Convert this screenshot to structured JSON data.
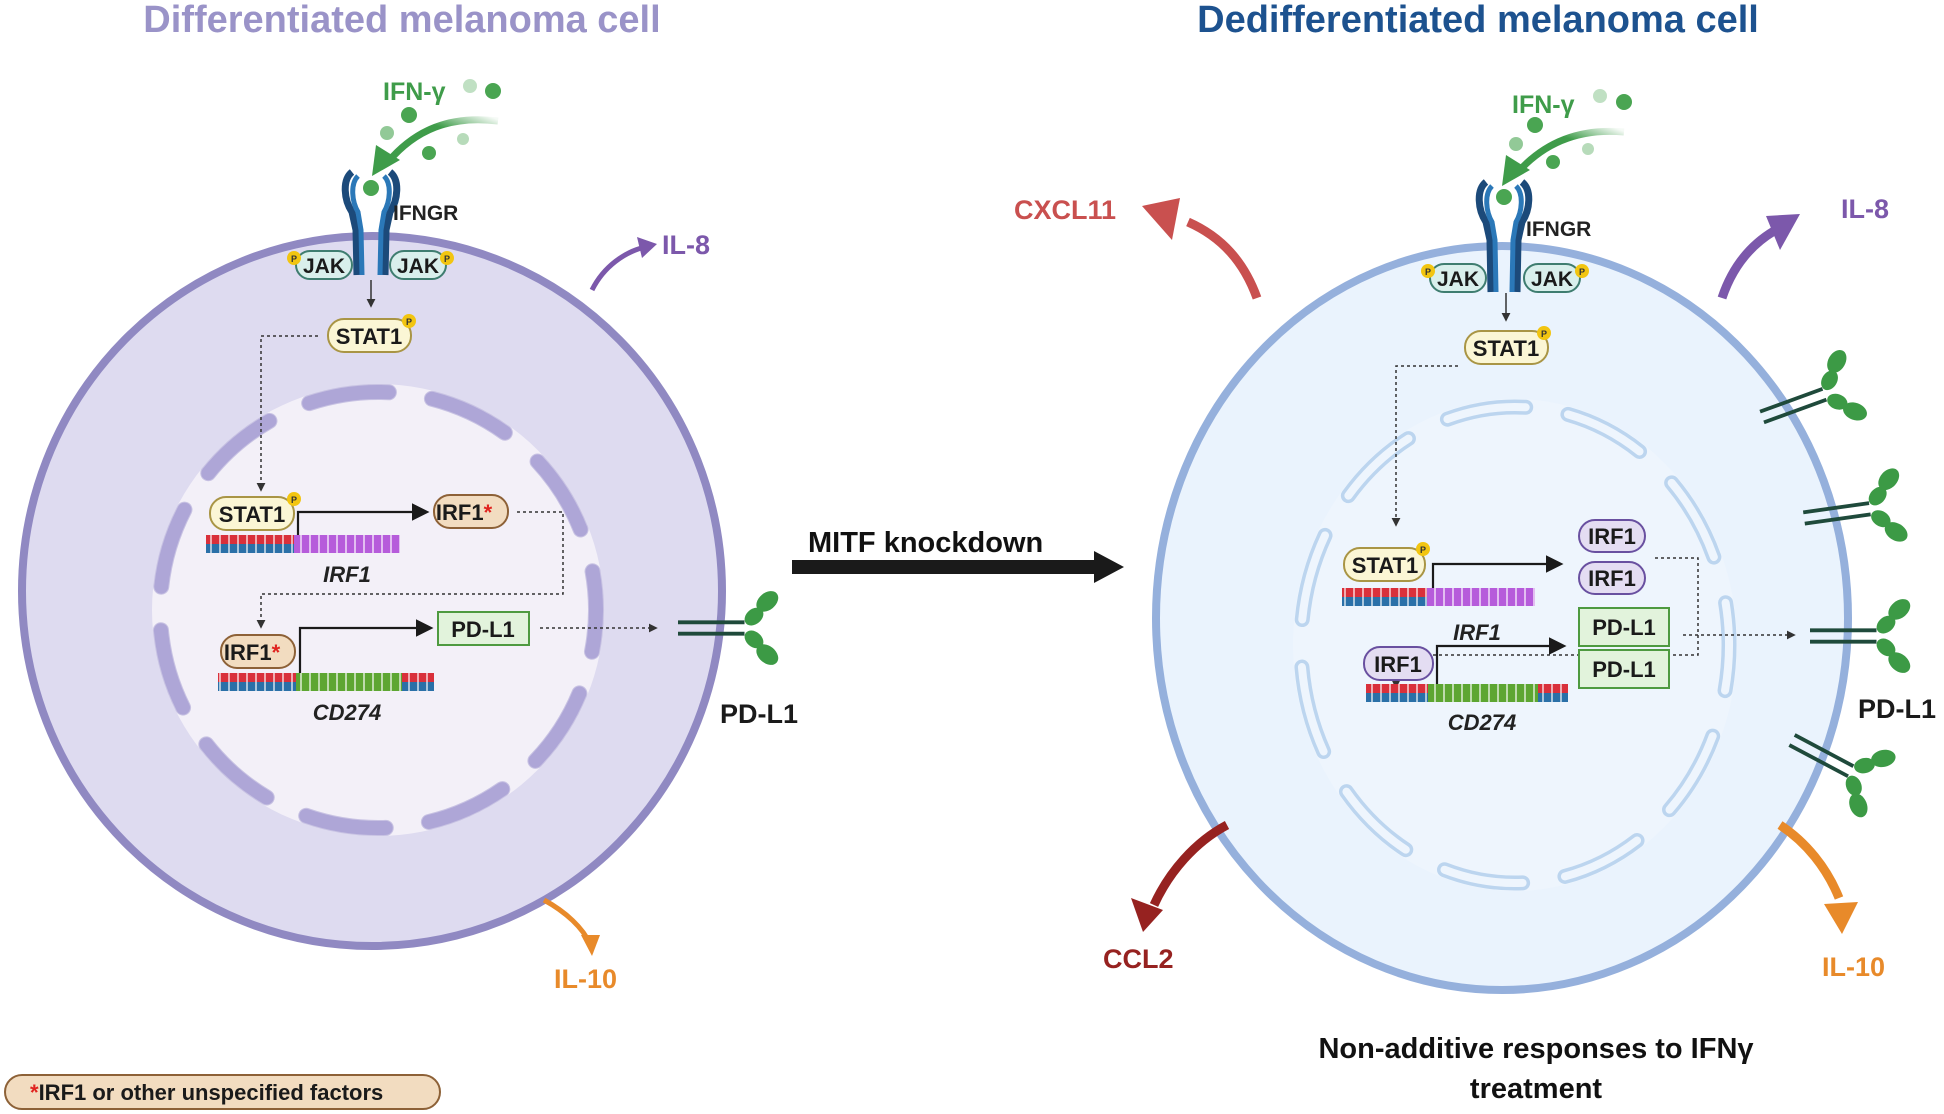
{
  "colors": {
    "left_title": "#9a93c8",
    "right_title": "#1d528f",
    "left_cell_fill": "#dedbf0",
    "left_cell_stroke": "#9089c2",
    "left_nucleus_fill": "#f3f0f8",
    "left_envelope": "#b6aede",
    "right_cell_fill": "#eaf3fd",
    "right_cell_stroke": "#95b0dc",
    "right_nucleus_fill": "#eef5fd",
    "right_envelope": "#c6dcf3",
    "ifng_green": "#3f9c4a",
    "il8_purple": "#7c58ab",
    "il10_orange": "#e88a2a",
    "cxcl11_red": "#c9504f",
    "ccl2_darkred": "#962220",
    "stat1_fill": "#fbf6d5",
    "stat1_stroke": "#a99545",
    "irf1_star_fill": "#f2dcc0",
    "irf1_star_stroke": "#8d6137",
    "irf1_plain_fill": "#e4ddf2",
    "irf1_plain_stroke": "#6950a0",
    "pdl1_box_fill": "#e2f3dc",
    "pdl1_box_stroke": "#4e9a40",
    "receptor_dark": "#1c4a7a",
    "receptor_light": "#2b78b8",
    "jak_fill": "#d9efec",
    "jak_stroke": "#3f7d70",
    "phospho": "#f2c511",
    "pdl1_stalk": "#1f4a3b",
    "pdl1_domain": "#3c9a45",
    "asterisk": "#e0231f",
    "arrow_black": "#1a1a1a"
  },
  "left_panel": {
    "title": "Differentiated melanoma cell",
    "ligand": "IFN-γ",
    "receptor": "IFNGR",
    "jak_left": "JAK",
    "jak_right": "JAK",
    "phospho": "P",
    "stat1_cyto": "STAT1",
    "stat1_nuclear": "STAT1",
    "irf1_product": "IRF1",
    "irf1_product_mark": "*",
    "irf1_gene": "IRF1",
    "irf1_bound": "IRF1",
    "irf1_bound_mark": "*",
    "pdl1_product": "PD-L1",
    "cd274_gene": "CD274",
    "surface_label": "PD-L1",
    "cytokines": {
      "il8": "IL-8",
      "il10": "IL-10"
    }
  },
  "right_panel": {
    "title": "Dedifferentiated melanoma cell",
    "ligand": "IFN-γ",
    "receptor": "IFNGR",
    "jak_left": "JAK",
    "jak_right": "JAK",
    "phospho": "P",
    "stat1_cyto": "STAT1",
    "stat1_nuclear": "STAT1",
    "irf1_products": [
      "IRF1",
      "IRF1"
    ],
    "irf1_gene": "IRF1",
    "irf1_bound": "IRF1",
    "pdl1_products": [
      "PD-L1",
      "PD-L1"
    ],
    "cd274_gene": "CD274",
    "surface_label": "PD-L1",
    "cytokines": {
      "cxcl11": "CXCL11",
      "il8": "IL-8",
      "ccl2": "CCL2",
      "il10": "IL-10"
    },
    "caption_line1": "Non-additive responses to IFNγ",
    "caption_line2": "treatment"
  },
  "transition": {
    "label": "MITF knockdown"
  },
  "legend": {
    "mark": "*",
    "text": "IRF1 or other unspecified factors"
  }
}
